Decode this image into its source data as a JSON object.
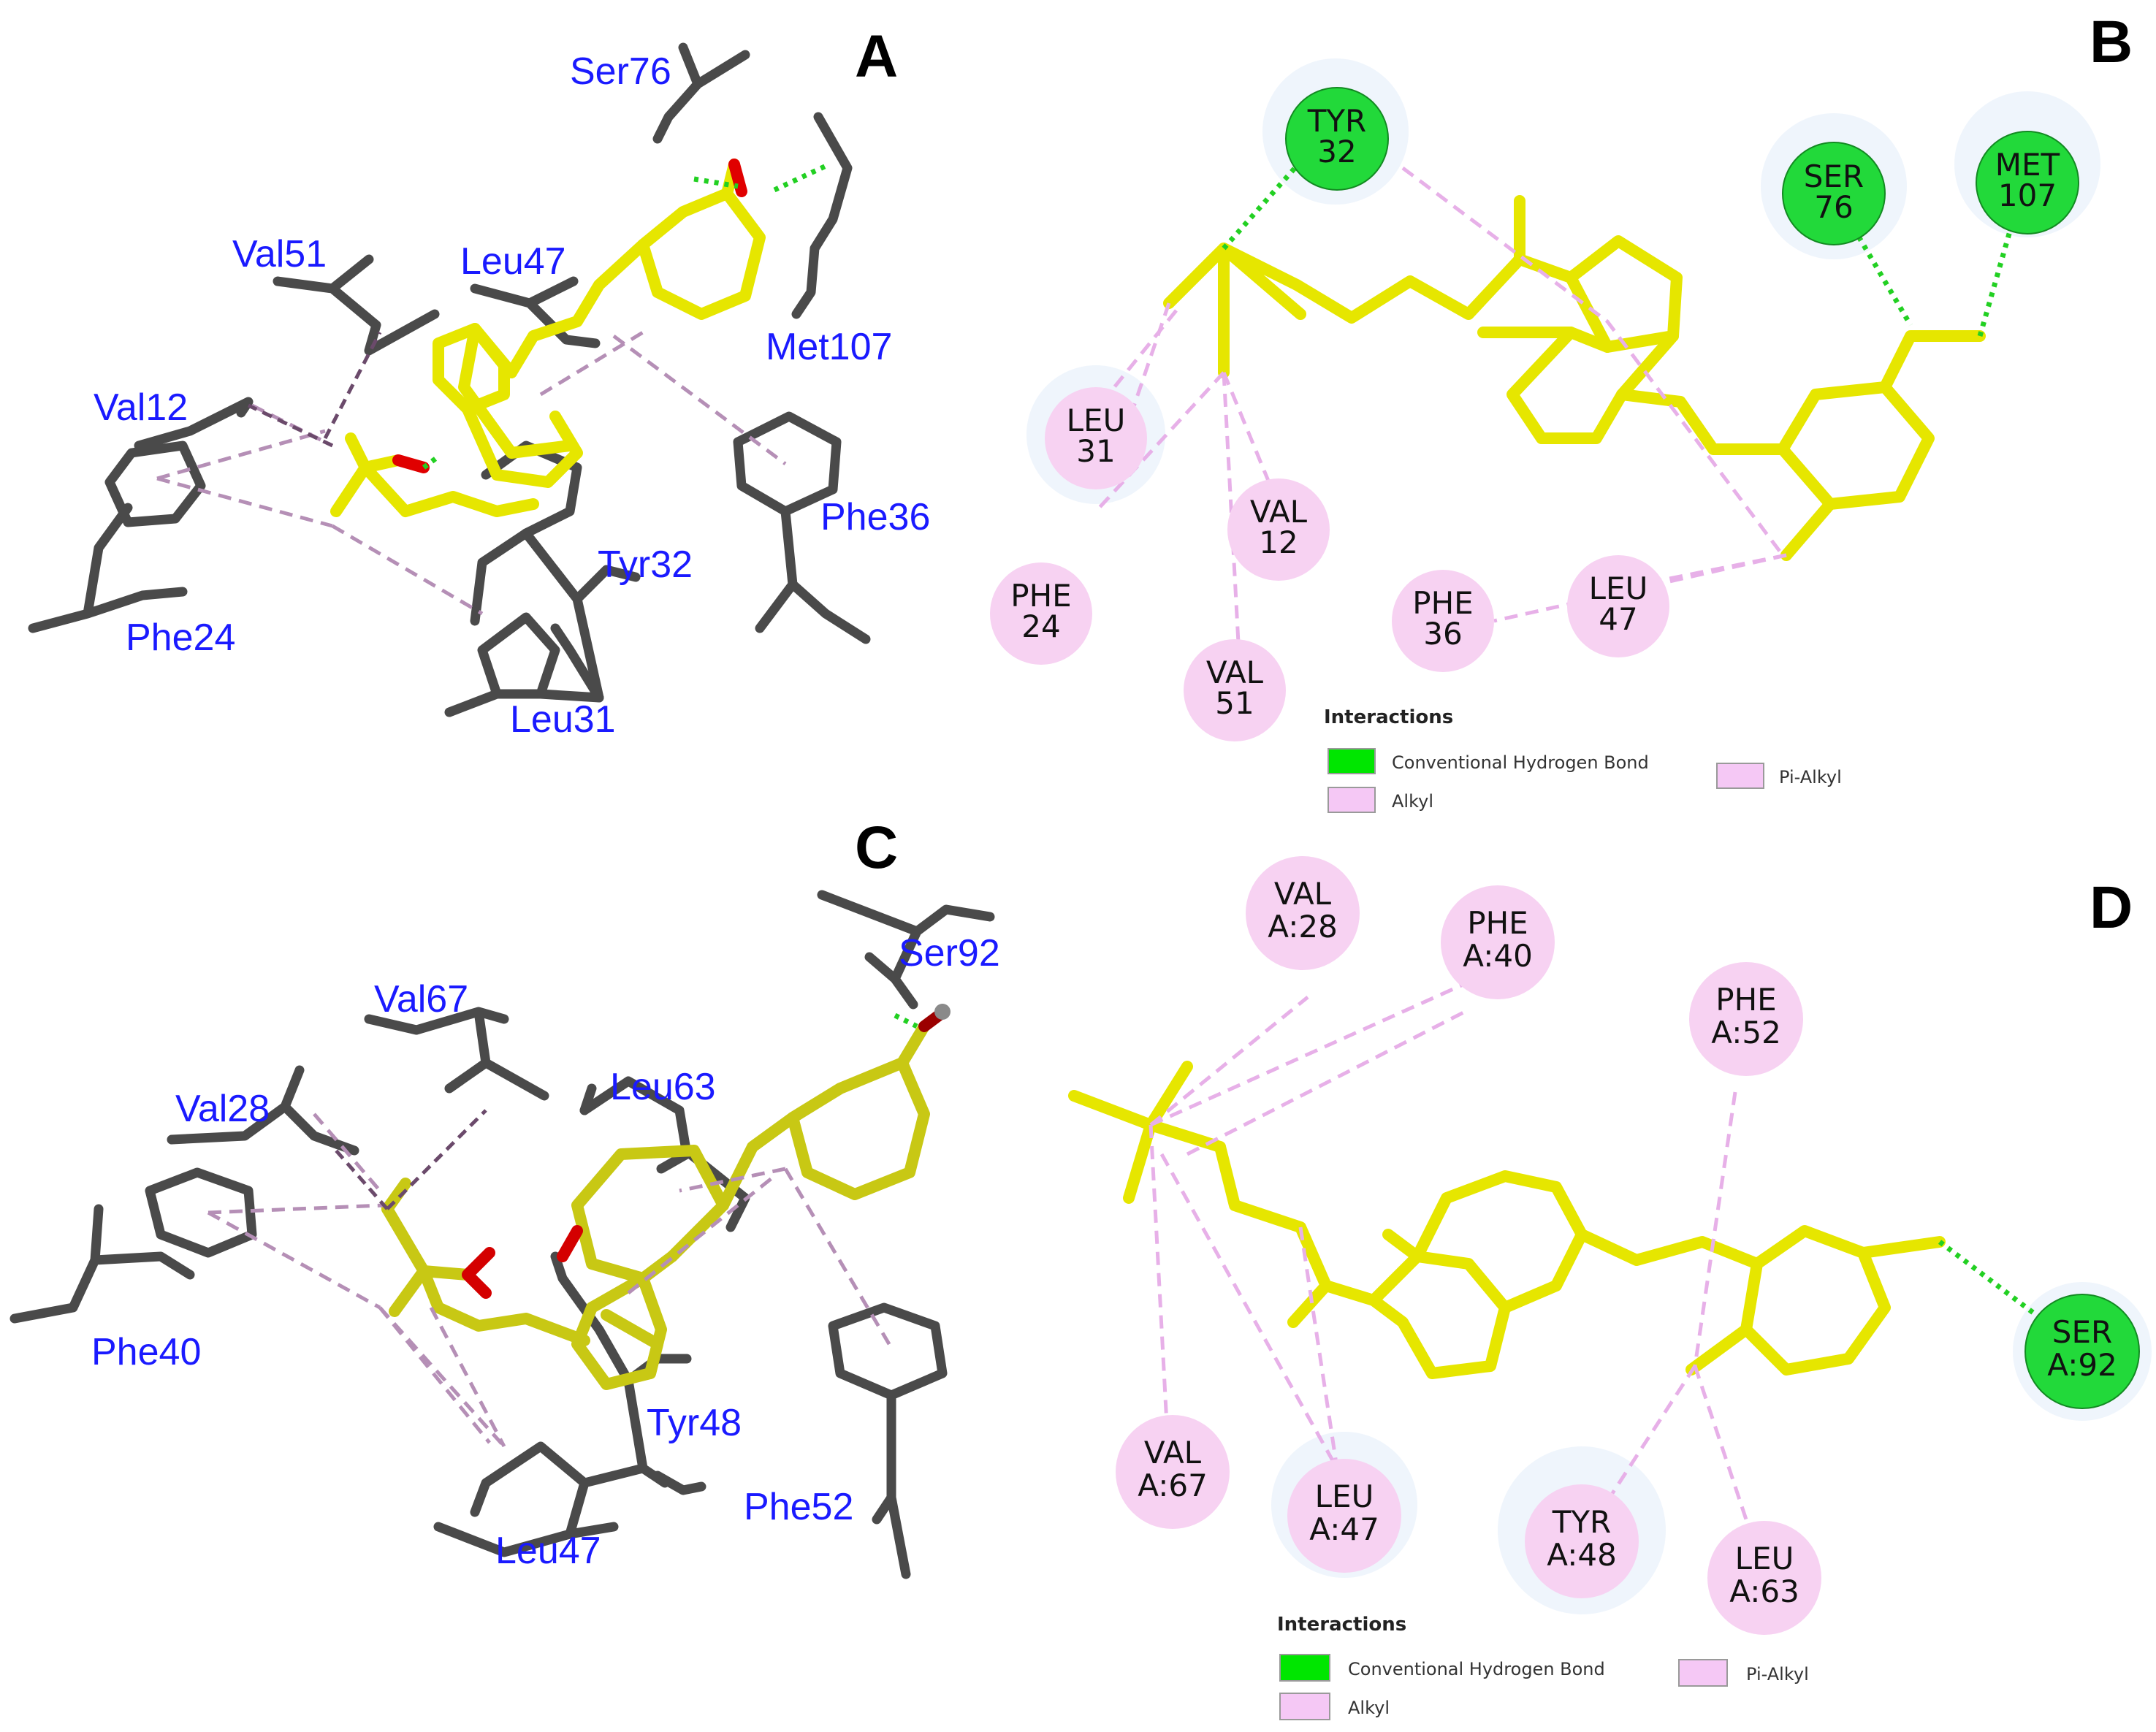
{
  "panels": {
    "A": {
      "letter": "A",
      "residues": [
        "Ser76",
        "Val51",
        "Leu47",
        "Met107",
        "Val12",
        "Phe36",
        "Tyr32",
        "Phe24",
        "Leu31"
      ]
    },
    "B": {
      "letter": "B",
      "residues": [
        {
          "lines": [
            "TYR",
            "32"
          ],
          "kind": "hbond"
        },
        {
          "lines": [
            "SER",
            "76"
          ],
          "kind": "hbond"
        },
        {
          "lines": [
            "MET",
            "107"
          ],
          "kind": "hbond"
        },
        {
          "lines": [
            "LEU",
            "31"
          ],
          "kind": "alkyl"
        },
        {
          "lines": [
            "VAL",
            "12"
          ],
          "kind": "alkyl"
        },
        {
          "lines": [
            "PHE",
            "24"
          ],
          "kind": "alkyl"
        },
        {
          "lines": [
            "VAL",
            "51"
          ],
          "kind": "alkyl"
        },
        {
          "lines": [
            "PHE",
            "36"
          ],
          "kind": "alkyl"
        },
        {
          "lines": [
            "LEU",
            "47"
          ],
          "kind": "alkyl"
        }
      ],
      "legend": {
        "title": "Interactions",
        "items": [
          {
            "label": "Conventional Hydrogen Bond",
            "color": "#00e600"
          },
          {
            "label": "Pi-Alkyl",
            "color": "#f5c8f5"
          },
          {
            "label": "Alkyl",
            "color": "#f5c8f5"
          }
        ]
      }
    },
    "C": {
      "letter": "C",
      "residues": [
        "Ser92",
        "Val67",
        "Val28",
        "Leu63",
        "Phe40",
        "Tyr48",
        "Phe52",
        "Leu47"
      ]
    },
    "D": {
      "letter": "D",
      "residues": [
        {
          "lines": [
            "VAL",
            "A:28"
          ],
          "kind": "alkyl"
        },
        {
          "lines": [
            "PHE",
            "A:40"
          ],
          "kind": "alkyl"
        },
        {
          "lines": [
            "PHE",
            "A:52"
          ],
          "kind": "alkyl"
        },
        {
          "lines": [
            "SER",
            "A:92"
          ],
          "kind": "hbond"
        },
        {
          "lines": [
            "VAL",
            "A:67"
          ],
          "kind": "alkyl"
        },
        {
          "lines": [
            "LEU",
            "A:47"
          ],
          "kind": "alkyl"
        },
        {
          "lines": [
            "TYR",
            "A:48"
          ],
          "kind": "alkyl"
        },
        {
          "lines": [
            "LEU",
            "A:63"
          ],
          "kind": "alkyl"
        }
      ],
      "legend": {
        "title": "Interactions",
        "items": [
          {
            "label": "Conventional Hydrogen Bond",
            "color": "#00e600"
          },
          {
            "label": "Pi-Alkyl",
            "color": "#f5c8f5"
          },
          {
            "label": "Alkyl",
            "color": "#f5c8f5"
          }
        ]
      }
    }
  }
}
